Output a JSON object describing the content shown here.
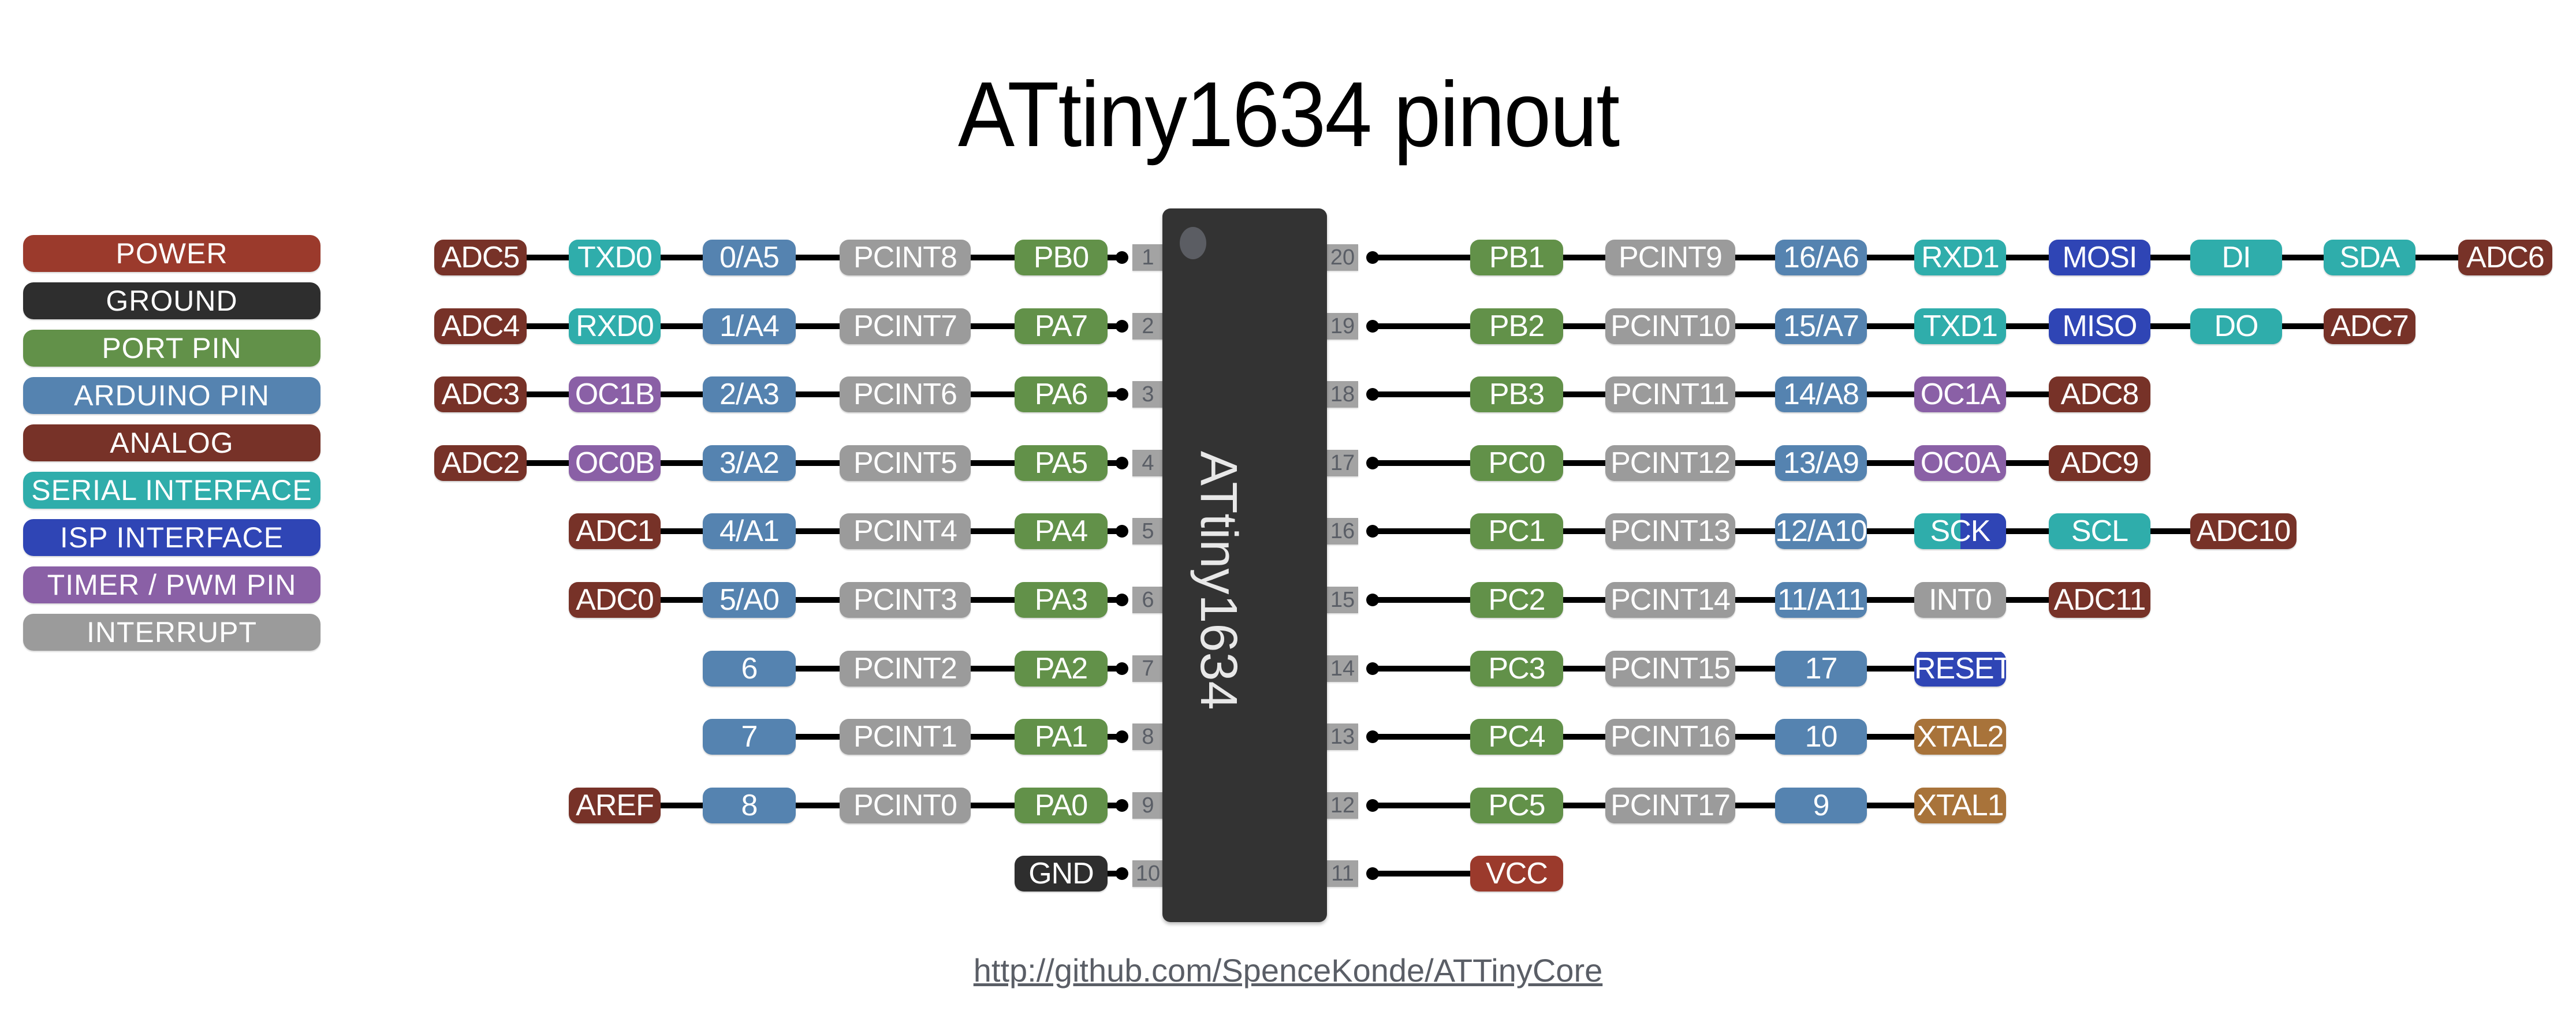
{
  "title": "ATtiny1634 pinout",
  "chip": {
    "label": "ATtiny1634",
    "body_color": "#333333"
  },
  "footer": {
    "url": "http://github.com/SpenceKonde/ATTinyCore"
  },
  "categories": {
    "power": {
      "label": "POWER",
      "color": "#9b3a2c"
    },
    "ground": {
      "label": "GROUND",
      "color": "#2e2e2e"
    },
    "port": {
      "label": "PORT PIN",
      "color": "#629149"
    },
    "arduino": {
      "label": "ARDUINO PIN",
      "color": "#5583b0"
    },
    "analog": {
      "label": "ANALOG",
      "color": "#773228"
    },
    "serial": {
      "label": "SERIAL INTERFACE",
      "color": "#2fadab"
    },
    "isp": {
      "label": "ISP INTERFACE",
      "color": "#2f45b5"
    },
    "timer": {
      "label": "TIMER / PWM PIN",
      "color": "#8a60a6"
    },
    "interrupt": {
      "label": "INTERRUPT",
      "color": "#9b9b9b"
    },
    "crystal": {
      "label": "",
      "color": "#a8733a"
    }
  },
  "legend": [
    "power",
    "ground",
    "port",
    "arduino",
    "analog",
    "serial",
    "isp",
    "timer",
    "interrupt"
  ],
  "left_pins": [
    {
      "pin": "1",
      "labels": [
        {
          "text": "PB0",
          "cat": "port"
        },
        {
          "text": "PCINT8",
          "cat": "interrupt"
        },
        {
          "text": "0/A5",
          "cat": "arduino"
        },
        {
          "text": "TXD0",
          "cat": "serial"
        },
        {
          "text": "ADC5",
          "cat": "analog"
        }
      ]
    },
    {
      "pin": "2",
      "labels": [
        {
          "text": "PA7",
          "cat": "port"
        },
        {
          "text": "PCINT7",
          "cat": "interrupt"
        },
        {
          "text": "1/A4",
          "cat": "arduino"
        },
        {
          "text": "RXD0",
          "cat": "serial"
        },
        {
          "text": "ADC4",
          "cat": "analog"
        }
      ]
    },
    {
      "pin": "3",
      "labels": [
        {
          "text": "PA6",
          "cat": "port"
        },
        {
          "text": "PCINT6",
          "cat": "interrupt"
        },
        {
          "text": "2/A3",
          "cat": "arduino"
        },
        {
          "text": "OC1B",
          "cat": "timer"
        },
        {
          "text": "ADC3",
          "cat": "analog"
        }
      ]
    },
    {
      "pin": "4",
      "labels": [
        {
          "text": "PA5",
          "cat": "port"
        },
        {
          "text": "PCINT5",
          "cat": "interrupt"
        },
        {
          "text": "3/A2",
          "cat": "arduino"
        },
        {
          "text": "OC0B",
          "cat": "timer"
        },
        {
          "text": "ADC2",
          "cat": "analog"
        }
      ]
    },
    {
      "pin": "5",
      "labels": [
        {
          "text": "PA4",
          "cat": "port"
        },
        {
          "text": "PCINT4",
          "cat": "interrupt"
        },
        {
          "text": "4/A1",
          "cat": "arduino"
        },
        {
          "text": "ADC1",
          "cat": "analog"
        }
      ]
    },
    {
      "pin": "6",
      "labels": [
        {
          "text": "PA3",
          "cat": "port"
        },
        {
          "text": "PCINT3",
          "cat": "interrupt"
        },
        {
          "text": "5/A0",
          "cat": "arduino"
        },
        {
          "text": "ADC0",
          "cat": "analog"
        }
      ]
    },
    {
      "pin": "7",
      "labels": [
        {
          "text": "PA2",
          "cat": "port"
        },
        {
          "text": "PCINT2",
          "cat": "interrupt"
        },
        {
          "text": "6",
          "cat": "arduino"
        }
      ]
    },
    {
      "pin": "8",
      "labels": [
        {
          "text": "PA1",
          "cat": "port"
        },
        {
          "text": "PCINT1",
          "cat": "interrupt"
        },
        {
          "text": "7",
          "cat": "arduino"
        }
      ]
    },
    {
      "pin": "9",
      "labels": [
        {
          "text": "PA0",
          "cat": "port"
        },
        {
          "text": "PCINT0",
          "cat": "interrupt"
        },
        {
          "text": "8",
          "cat": "arduino"
        },
        {
          "text": "AREF",
          "cat": "analog"
        }
      ]
    },
    {
      "pin": "10",
      "labels": [
        {
          "text": "GND",
          "cat": "ground"
        }
      ]
    }
  ],
  "right_pins": [
    {
      "pin": "20",
      "labels": [
        {
          "text": "PB1",
          "cat": "port"
        },
        {
          "text": "PCINT9",
          "cat": "interrupt"
        },
        {
          "text": "16/A6",
          "cat": "arduino"
        },
        {
          "text": "RXD1",
          "cat": "serial"
        },
        {
          "text": "MOSI",
          "cat": "isp"
        },
        {
          "text": "DI",
          "cat": "serial"
        },
        {
          "text": "SDA",
          "cat": "serial"
        },
        {
          "text": "ADC6",
          "cat": "analog"
        }
      ]
    },
    {
      "pin": "19",
      "labels": [
        {
          "text": "PB2",
          "cat": "port"
        },
        {
          "text": "PCINT10",
          "cat": "interrupt"
        },
        {
          "text": "15/A7",
          "cat": "arduino"
        },
        {
          "text": "TXD1",
          "cat": "serial"
        },
        {
          "text": "MISO",
          "cat": "isp"
        },
        {
          "text": "DO",
          "cat": "serial"
        },
        {
          "text": "ADC7",
          "cat": "analog"
        }
      ]
    },
    {
      "pin": "18",
      "labels": [
        {
          "text": "PB3",
          "cat": "port"
        },
        {
          "text": "PCINT11",
          "cat": "interrupt"
        },
        {
          "text": "14/A8",
          "cat": "arduino"
        },
        {
          "text": "OC1A",
          "cat": "timer"
        },
        {
          "text": "ADC8",
          "cat": "analog"
        }
      ]
    },
    {
      "pin": "17",
      "labels": [
        {
          "text": "PC0",
          "cat": "port"
        },
        {
          "text": "PCINT12",
          "cat": "interrupt"
        },
        {
          "text": "13/A9",
          "cat": "arduino"
        },
        {
          "text": "OC0A",
          "cat": "timer"
        },
        {
          "text": "ADC9",
          "cat": "analog"
        }
      ]
    },
    {
      "pin": "16",
      "labels": [
        {
          "text": "PC1",
          "cat": "port"
        },
        {
          "text": "PCINT13",
          "cat": "interrupt"
        },
        {
          "text": "12/A10",
          "cat": "arduino"
        },
        {
          "text": "SCK",
          "cat": "serial",
          "split_cat": "isp"
        },
        {
          "text": "SCL",
          "cat": "serial"
        },
        {
          "text": "ADC10",
          "cat": "analog"
        }
      ]
    },
    {
      "pin": "15",
      "labels": [
        {
          "text": "PC2",
          "cat": "port"
        },
        {
          "text": "PCINT14",
          "cat": "interrupt"
        },
        {
          "text": "11/A11",
          "cat": "arduino"
        },
        {
          "text": "INT0",
          "cat": "interrupt"
        },
        {
          "text": "ADC11",
          "cat": "analog"
        }
      ]
    },
    {
      "pin": "14",
      "labels": [
        {
          "text": "PC3",
          "cat": "port"
        },
        {
          "text": "PCINT15",
          "cat": "interrupt"
        },
        {
          "text": "17",
          "cat": "arduino"
        },
        {
          "text": "RESET",
          "cat": "isp",
          "overline": true
        }
      ]
    },
    {
      "pin": "13",
      "labels": [
        {
          "text": "PC4",
          "cat": "port"
        },
        {
          "text": "PCINT16",
          "cat": "interrupt"
        },
        {
          "text": "10",
          "cat": "arduino"
        },
        {
          "text": "XTAL2",
          "cat": "crystal"
        }
      ]
    },
    {
      "pin": "12",
      "labels": [
        {
          "text": "PC5",
          "cat": "port"
        },
        {
          "text": "PCINT17",
          "cat": "interrupt"
        },
        {
          "text": "9",
          "cat": "arduino"
        },
        {
          "text": "XTAL1",
          "cat": "crystal"
        }
      ]
    },
    {
      "pin": "11",
      "labels": [
        {
          "text": "VCC",
          "cat": "power"
        }
      ]
    }
  ]
}
